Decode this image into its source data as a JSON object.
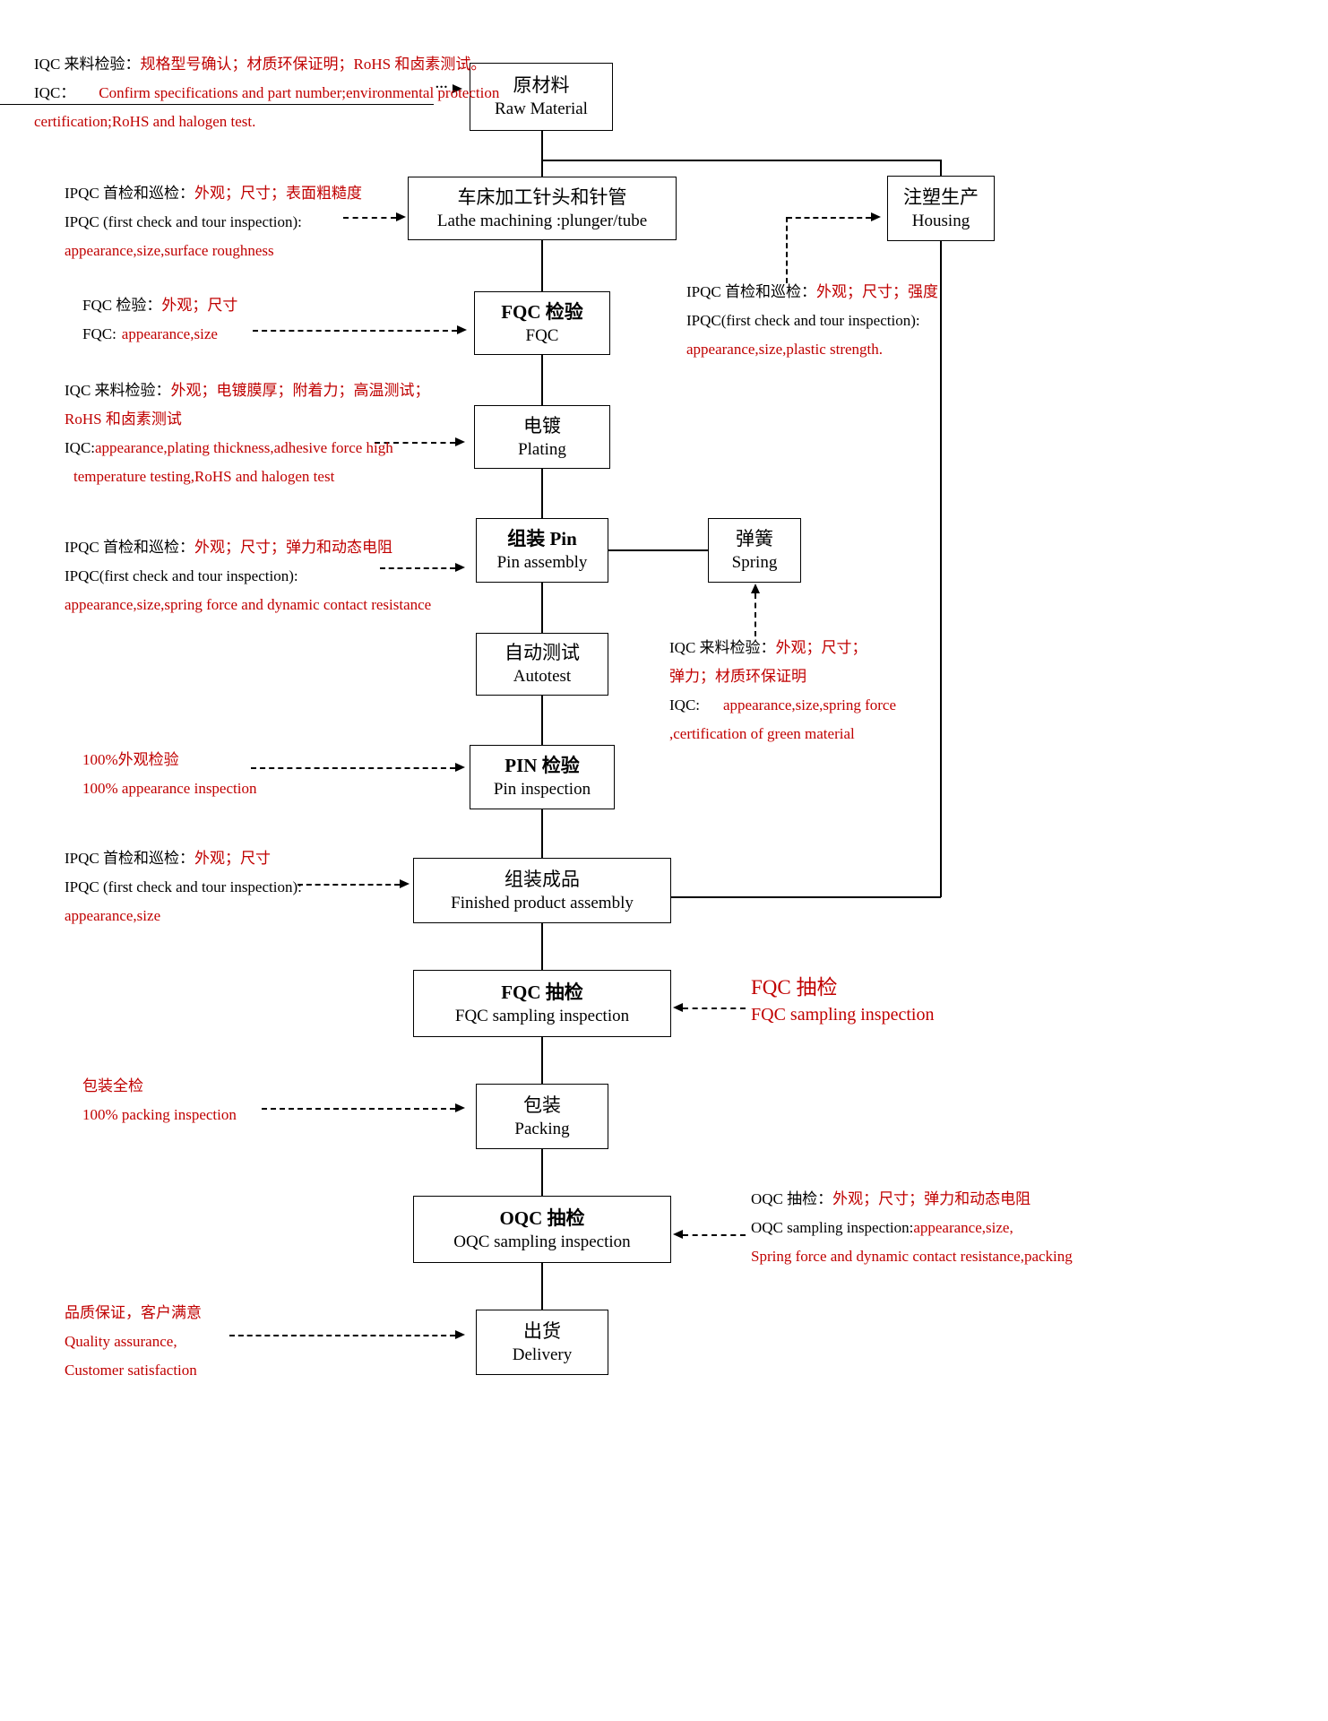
{
  "colors": {
    "red": "#c00000",
    "black": "#000000"
  },
  "misc": {
    "dots": "..."
  },
  "nodes": {
    "raw": {
      "cn": "原材料",
      "en": "Raw Material"
    },
    "lathe": {
      "cn": "车床加工针头和针管",
      "en": "Lathe machining :plunger/tube"
    },
    "fqc": {
      "cn": "FQC 检验",
      "en": "FQC"
    },
    "plating": {
      "cn": "电镀",
      "en": "Plating"
    },
    "pin_assembly": {
      "cn": "组装 Pin",
      "en": "Pin assembly"
    },
    "spring": {
      "cn": "弹簧",
      "en": "Spring"
    },
    "autotest": {
      "cn": "自动测试",
      "en": "Autotest"
    },
    "pin_inspection": {
      "cn": "PIN 检验",
      "en": "Pin inspection"
    },
    "finished": {
      "cn": "组装成品",
      "en": "Finished product assembly"
    },
    "fqc_sampling": {
      "cn": "FQC 抽检",
      "en": "FQC sampling inspection"
    },
    "packing": {
      "cn": "包装",
      "en": "Packing"
    },
    "oqc": {
      "cn": "OQC 抽检",
      "en": "OQC sampling inspection"
    },
    "delivery": {
      "cn": "出货",
      "en": "Delivery"
    },
    "housing": {
      "cn": "注塑生产",
      "en": "Housing"
    }
  },
  "annotations": {
    "iqc_raw": {
      "l1_black": "IQC 来料检验：",
      "l1_red": "规格型号确认；材质环保证明；RoHS 和卤素测试。",
      "l2_black": "IQC：",
      "l2_red": "Confirm specifications and part number;environmental protection",
      "l3_red": "certification;RoHS and halogen test."
    },
    "ipqc_lathe": {
      "l1_black": "IPQC 首检和巡检：",
      "l1_red": "外观；尺寸；表面粗糙度",
      "l2_black": "IPQC (first check and tour inspection):",
      "l3_red": "appearance,size,surface roughness"
    },
    "fqc_check": {
      "l1_black": "FQC 检验：",
      "l1_red": "外观；尺寸",
      "l2_black": "FQC:",
      "l2_red": "appearance,size"
    },
    "iqc_plating": {
      "l1_black": "IQC 来料检验：",
      "l1_red": "外观；电镀膜厚；附着力；高温测试；",
      "l2_red": "RoHS 和卤素测试",
      "l3_black": "IQC:",
      "l3_red": "appearance,plating thickness,adhesive force high",
      "l4_red": "temperature testing,RoHS and halogen test"
    },
    "ipqc_pin": {
      "l1_black": "IPQC 首检和巡检：",
      "l1_red": "外观；尺寸；弹力和动态电阻",
      "l2_black": "IPQC(first check and tour inspection):",
      "l3_red": "appearance,size,spring force and dynamic contact resistance"
    },
    "pin_100": {
      "l1_red": "100%外观检验",
      "l2_red": "100% appearance inspection"
    },
    "ipqc_finished": {
      "l1_black": "IPQC 首检和巡检：",
      "l1_red": "外观；尺寸",
      "l2_black": "IPQC (first check and tour inspection):",
      "l3_red": "appearance,size"
    },
    "packing_100": {
      "l1_red": "包装全检",
      "l2_red": "100% packing inspection"
    },
    "delivery_note": {
      "l1_red": "品质保证，客户满意",
      "l2_red": "Quality assurance,",
      "l3_red": "Customer satisfaction"
    },
    "ipqc_housing": {
      "l1_black": "IPQC 首检和巡检：",
      "l1_red": "外观；尺寸；强度",
      "l2_black": "IPQC(first check and tour inspection):",
      "l3_red": "appearance,size,plastic strength."
    },
    "iqc_spring": {
      "l1_black": "IQC 来料检验：",
      "l1_red": "外观；尺寸；",
      "l2_red": "弹力；材质环保证明",
      "l3_black": "IQC:",
      "l3_red": "appearance,size,spring force",
      "l4_red": ",certification of green material"
    },
    "fqc_note": {
      "l1_red": "FQC 抽检",
      "l2_red": "FQC sampling inspection"
    },
    "oqc_note": {
      "l1_black": "OQC 抽检：",
      "l1_red": "外观；尺寸；弹力和动态电阻",
      "l2_black": "OQC sampling inspection:",
      "l2_red": "appearance,size,",
      "l3_red": "Spring force and dynamic contact resistance,packing"
    }
  }
}
